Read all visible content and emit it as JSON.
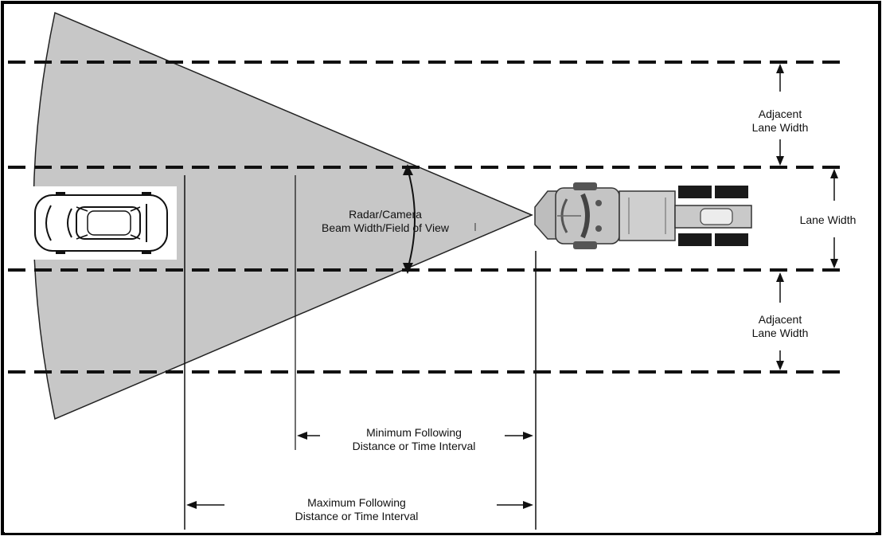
{
  "labels": {
    "adjacent_top": [
      "Adjacent",
      "Lane Width"
    ],
    "lane_width": "Lane Width",
    "adjacent_bottom": [
      "Adjacent",
      "Lane Width"
    ],
    "radar": [
      "Radar/Camera",
      "Beam Width/Field of View"
    ],
    "min_following": [
      "Minimum Following",
      "Distance or Time Interval"
    ],
    "max_following": [
      "Maximum Following",
      "Distance or Time Interval"
    ]
  },
  "colors": {
    "beam_fill": "#c7c7c7",
    "line": "#111111",
    "frame": "#000000",
    "truck_body": "#bdbdbd",
    "tire": "#1a1a1a"
  },
  "icons": {
    "lead_vehicle": "car-top-view-icon",
    "host_vehicle": "truck-tractor-top-view-icon"
  }
}
